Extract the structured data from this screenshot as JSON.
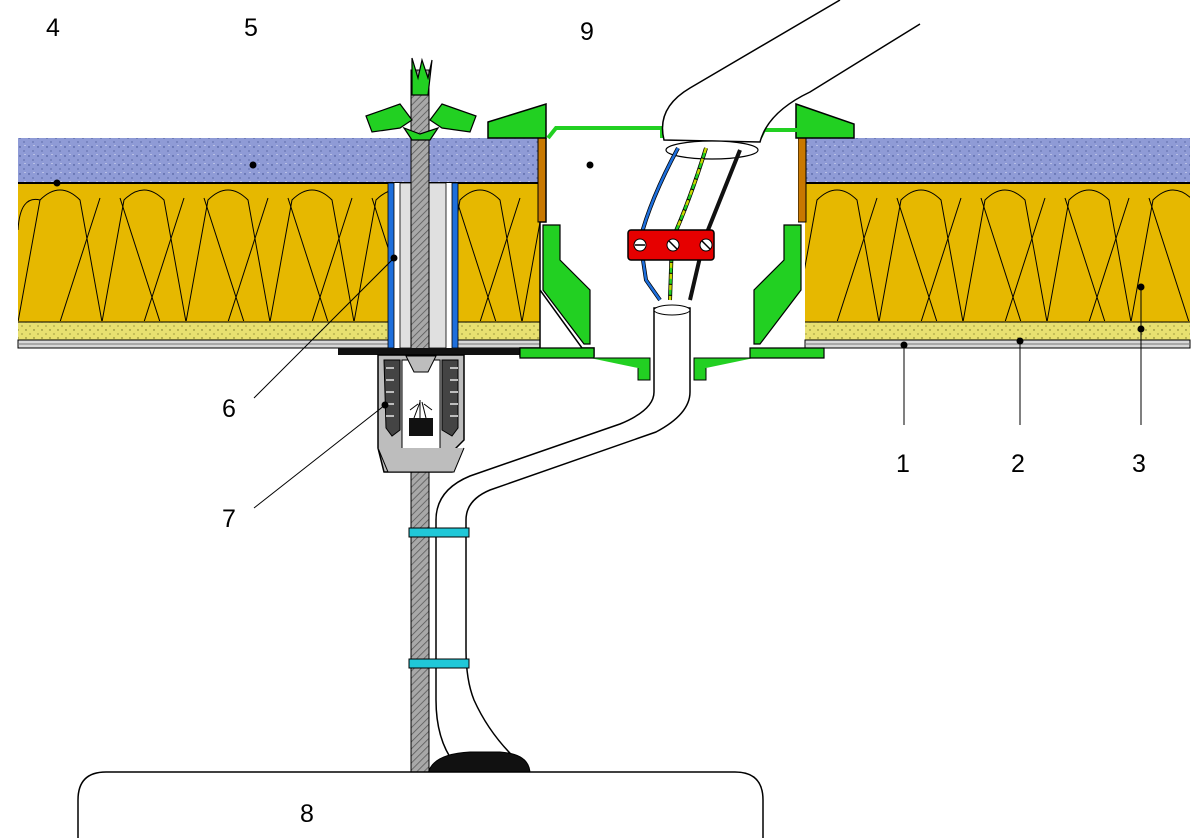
{
  "callouts": {
    "c1": "1",
    "c2": "2",
    "c3": "3",
    "c4": "4",
    "c5": "5",
    "c6": "6",
    "c7": "7",
    "c8": "8",
    "c9": "9"
  },
  "colors": {
    "screed": "#8f9bd6",
    "insulation": "#e6b800",
    "soundproof": "#e8e070",
    "fixture_green": "#22d022",
    "terminal_red": "#e60000",
    "wire_blue": "#1e6fdc",
    "wire_yellow_green": "#c8d800",
    "clip_cyan": "#20c8d8",
    "rod_gray": "#8a8a8a",
    "sleeve_gray": "#b8b8b8",
    "wood_brown": "#c87800"
  }
}
